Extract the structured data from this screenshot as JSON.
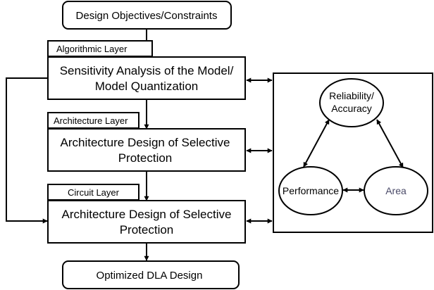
{
  "top_node": {
    "label": "Design Objectives/Constraints"
  },
  "layers": [
    {
      "tab_label": "Algorithmic Layer",
      "lines": [
        "Sensitivity Analysis of the Model/",
        "Model Quantization"
      ]
    },
    {
      "tab_label": "Architecture Layer",
      "lines": [
        "Architecture Design of Selective",
        "Protection"
      ]
    },
    {
      "tab_label": "Circuit Layer",
      "lines": [
        "Architecture Design of Selective",
        "Protection"
      ]
    }
  ],
  "bottom_node": {
    "label": "Optimized DLA Design"
  },
  "tradeoff": {
    "reliability_lines": [
      "Reliability/",
      "Accuracy"
    ],
    "performance": "Performance",
    "area": "Area"
  },
  "colors": {
    "stroke": "#000000",
    "area_text": "#4a4a68",
    "background": "#ffffff"
  }
}
